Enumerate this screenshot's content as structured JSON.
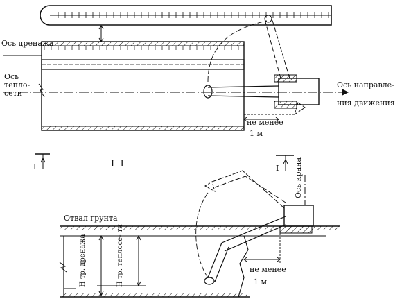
{
  "plan": {
    "axis_drainage": "Ось дренажа",
    "axis_heating_line1": "Ось",
    "axis_heating_line2": "тепло-",
    "axis_heating_line3": "сети",
    "axis_movement_line1": "Ось направле-",
    "axis_movement_line2": "ния движения",
    "min_distance_line1": "не менее",
    "min_distance_line2": "1 м"
  },
  "section": {
    "title": "I- I",
    "marker_left": "I",
    "marker_right": "I",
    "spoil_heap": "Отвал грунта",
    "crane_axis": "Ось крана",
    "h_drainage": "H тр. дренажа",
    "h_heating": "H тр. теплосе- ти",
    "min_distance_line1": "не менее",
    "min_distance_line2": "1 м"
  }
}
